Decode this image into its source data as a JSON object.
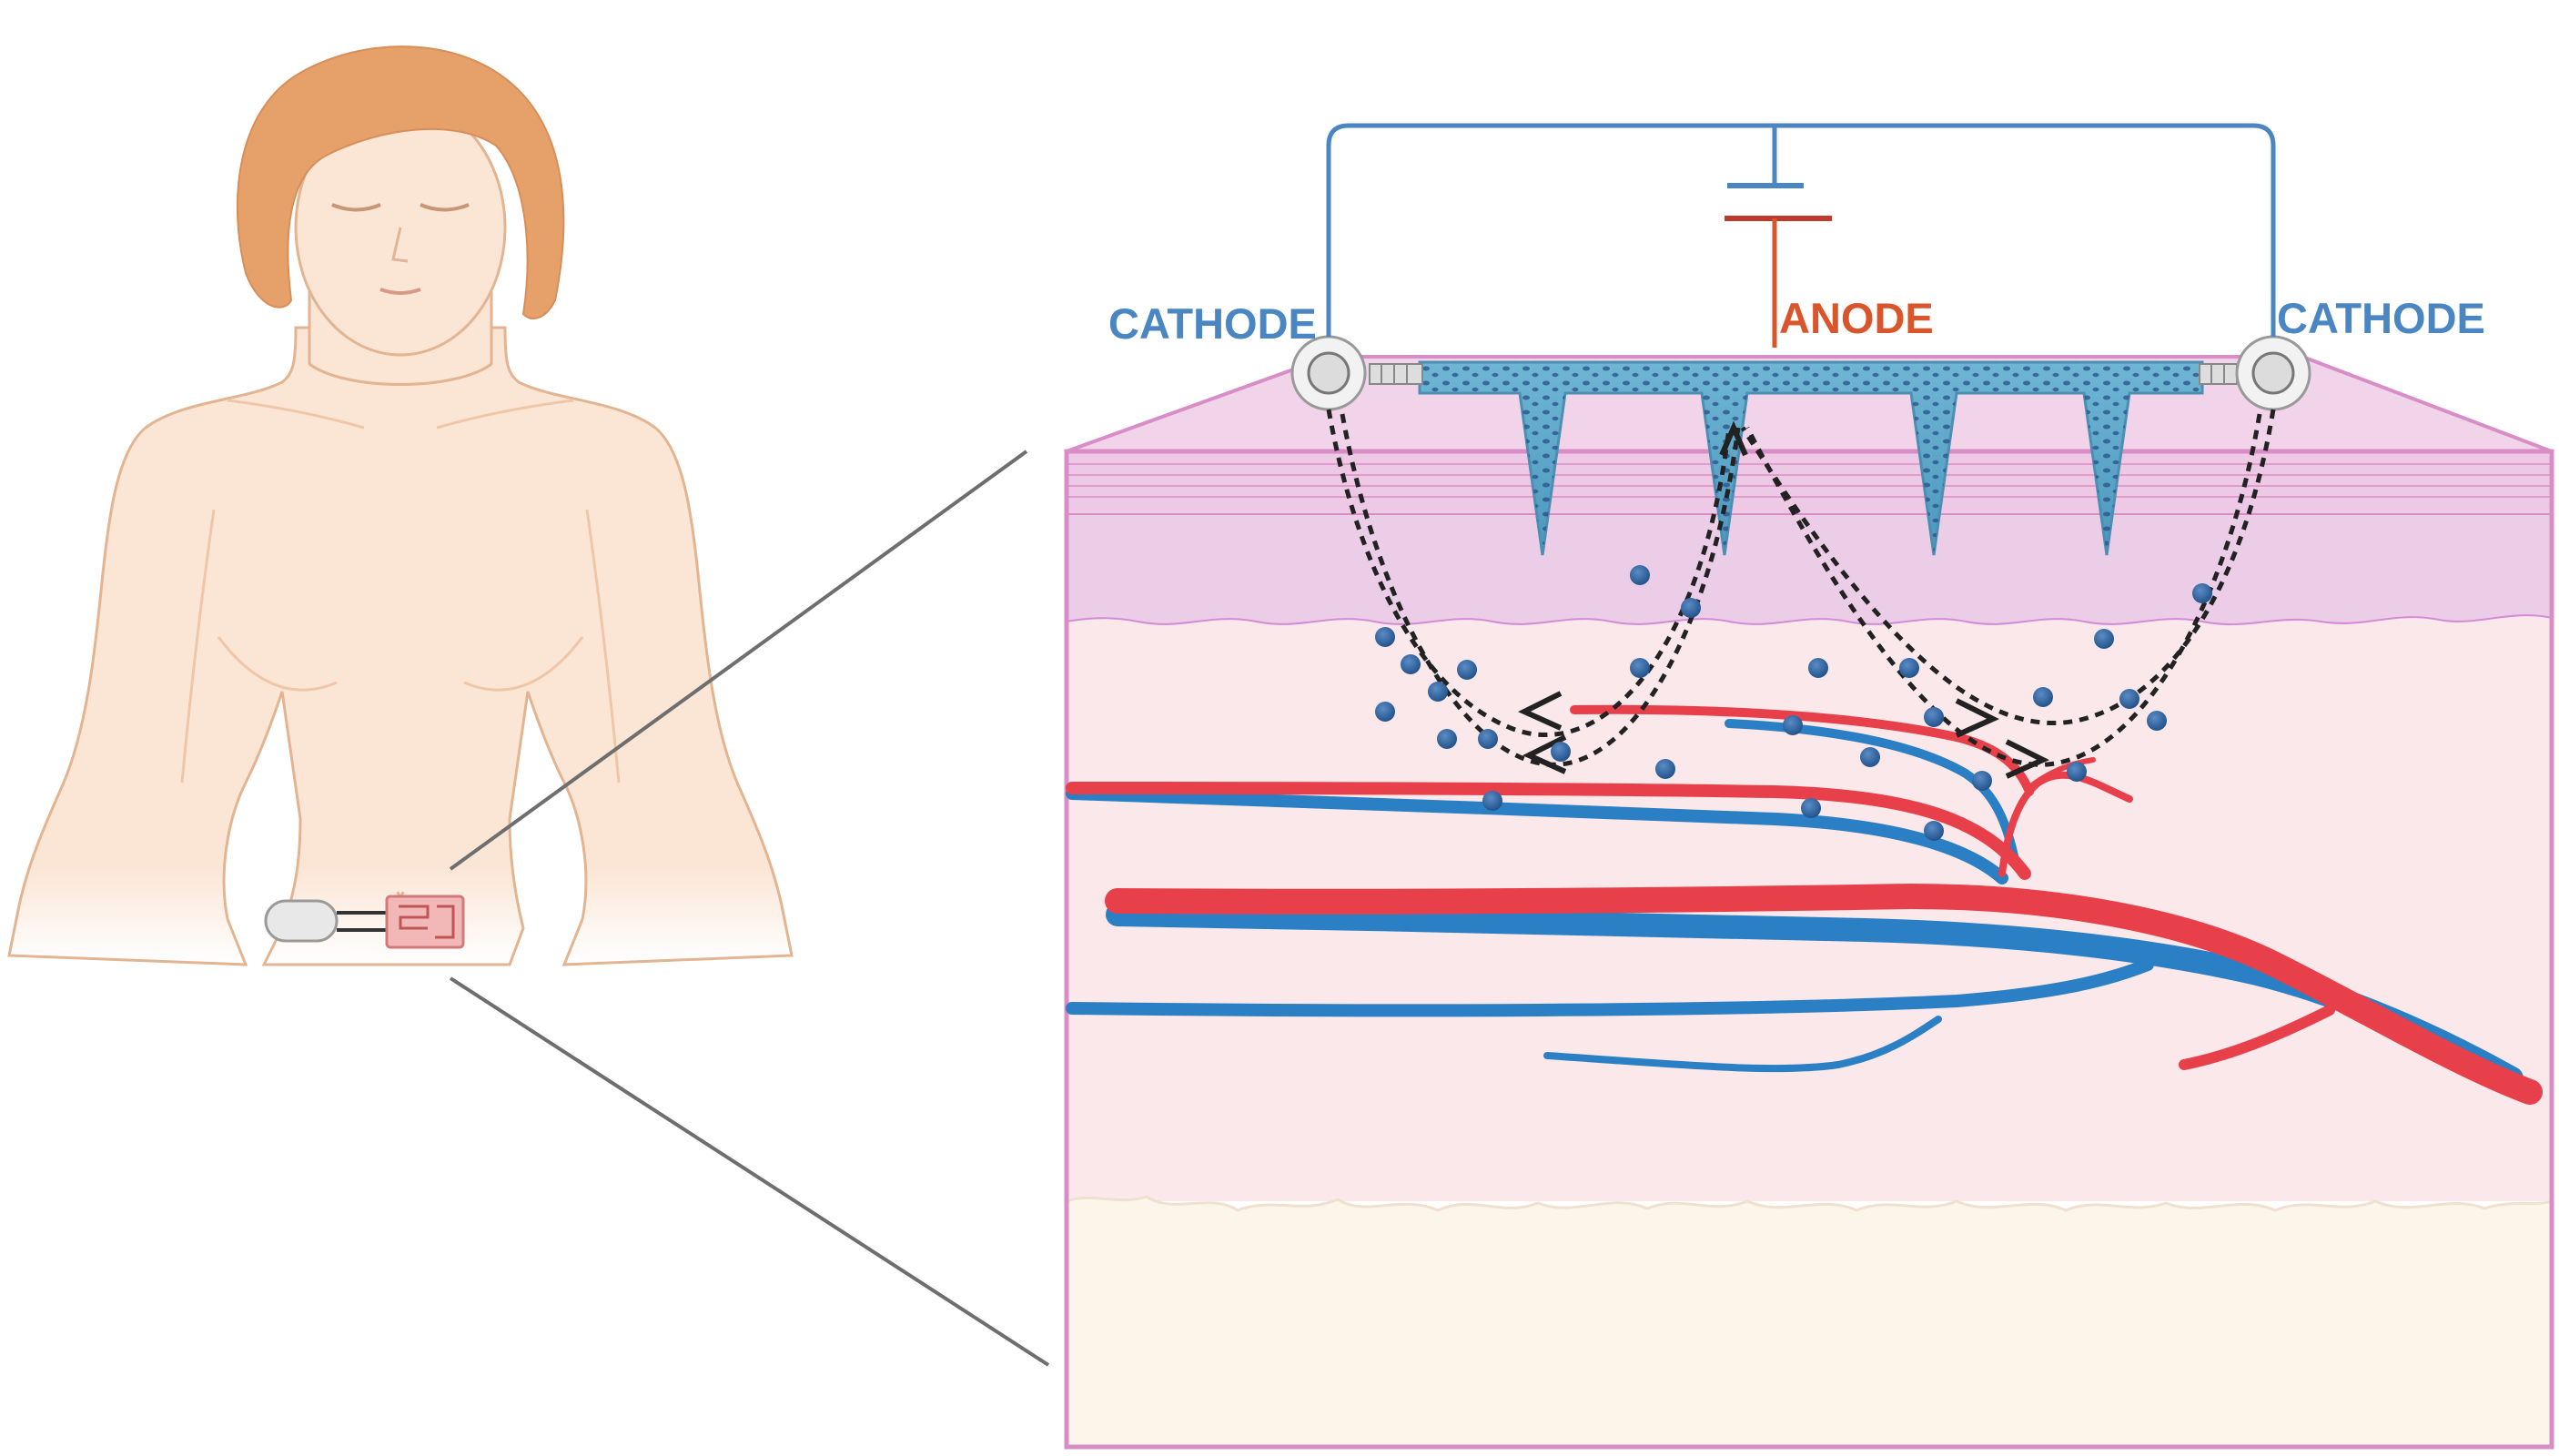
{
  "labels": {
    "cathode_left": "CATHODE",
    "anode": "ANODE",
    "cathode_right": "CATHODE"
  },
  "colors": {
    "cathode": "#4a86c2",
    "anode": "#d9562c",
    "artery": "#e8404a",
    "vein": "#2b7fc4",
    "skin_top": "#f0cfe6",
    "dermis": "#fbe8ea",
    "fat": "#fbf5ea",
    "body_skin": "#fbe6d6",
    "hair": "#e6a06a",
    "ion": "#2a5a90"
  },
  "icons": [
    "battery-symbol-icon",
    "electrode-left-icon",
    "electrode-right-icon",
    "microneedle-patch-icon",
    "wearable-device-icon"
  ]
}
